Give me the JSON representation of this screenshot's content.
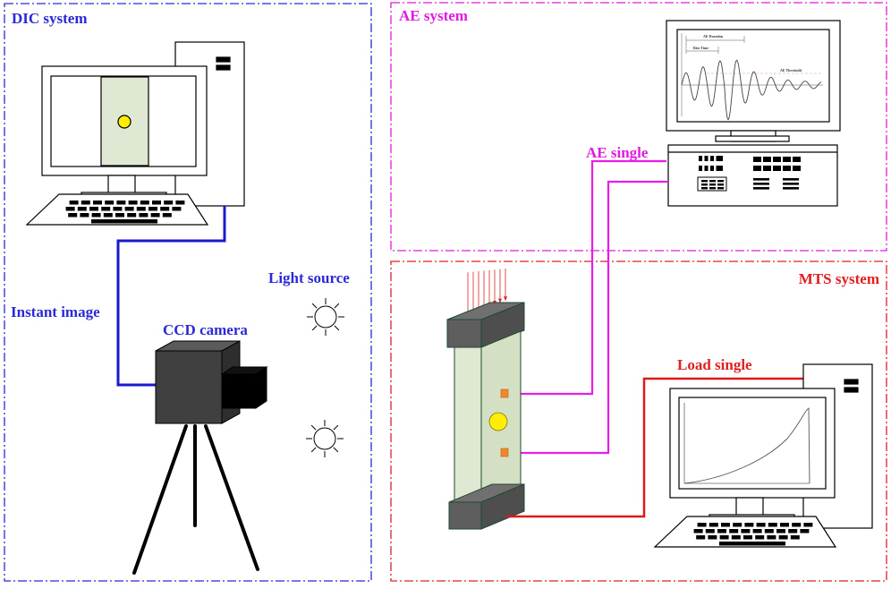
{
  "panels": {
    "dic": {
      "title": "DIC system",
      "color": "#2a2ad6"
    },
    "ae": {
      "title": "AE system",
      "color": "#e01be0"
    },
    "mts": {
      "title": "MTS system",
      "color": "#e02020"
    }
  },
  "labels": {
    "instant_image": "Instant image",
    "ccd_camera": "CCD camera",
    "light_source": "Light source",
    "ae_signal": "AE single",
    "load_signal": "Load single"
  },
  "ae_waveform": {
    "duration": "AE Duration",
    "rise_time": "Rise Time",
    "threshold": "AE Threshold"
  },
  "colors": {
    "dic_wire": "#1a1ad0",
    "ae_wire": "#e81ee8",
    "load_wire": "#e01818",
    "specimen": "#dfe8d2",
    "yellow_dot": "#ffee00",
    "sensor": "#f08a28"
  }
}
